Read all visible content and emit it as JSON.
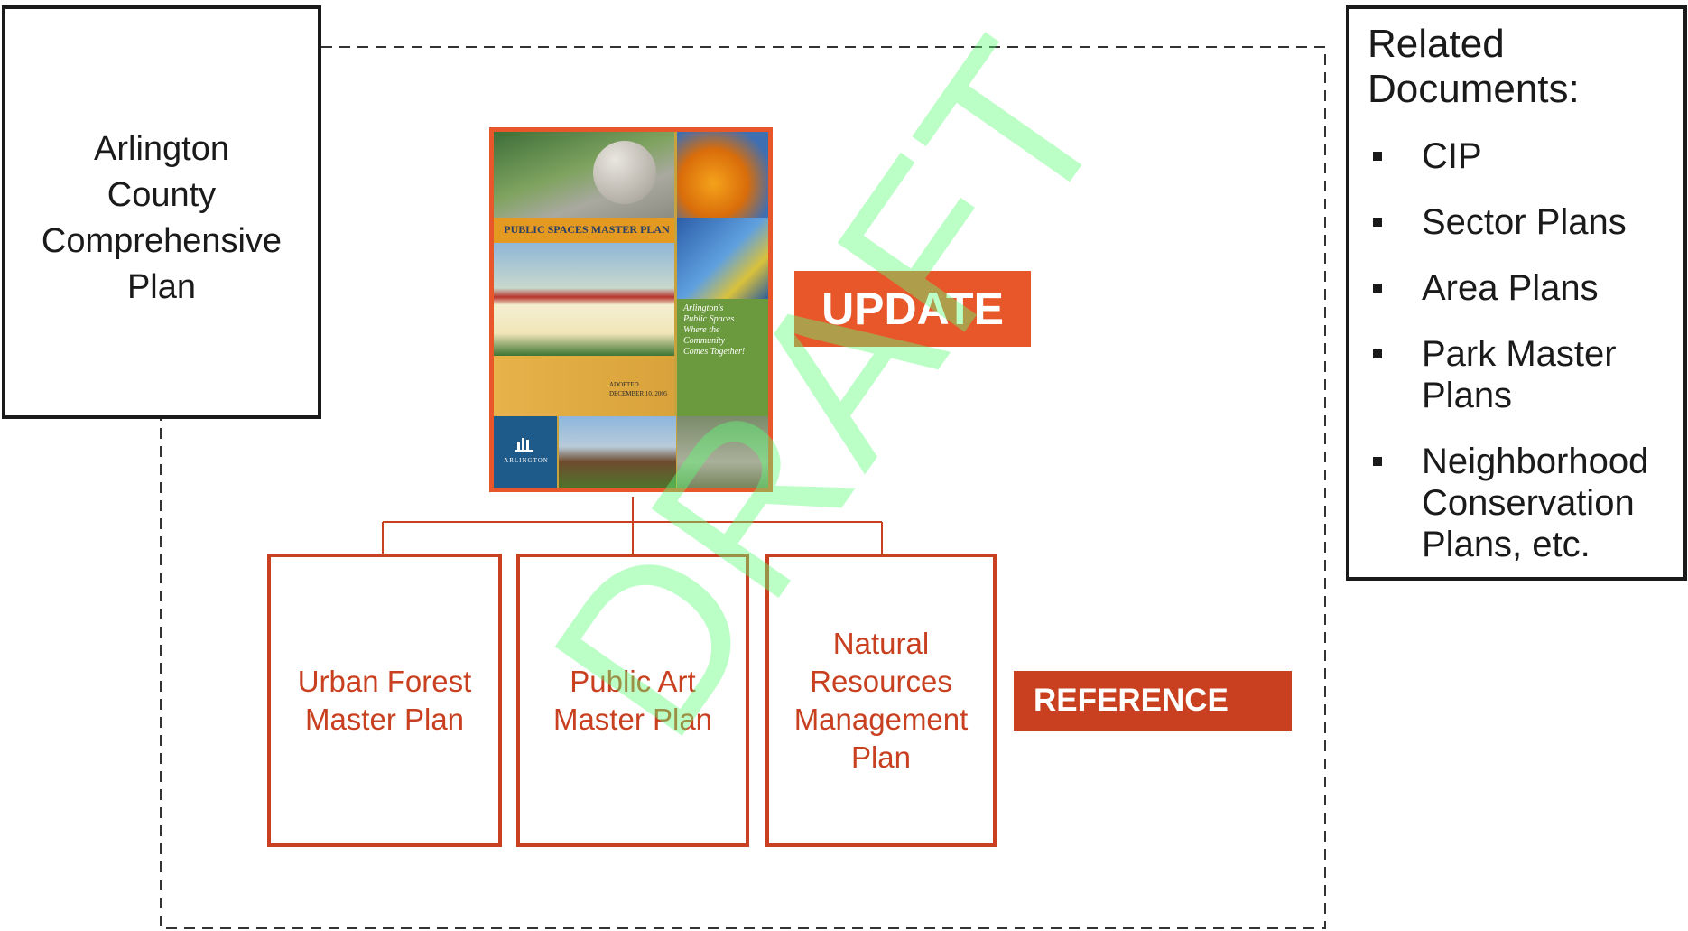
{
  "comprehensive_plan": {
    "text": "Arlington\nCounty\nComprehensive\nPlan"
  },
  "related_documents": {
    "title": "Related\nDocuments:",
    "items": [
      "CIP",
      "Sector Plans",
      "Area Plans",
      "Park Master\nPlans",
      "Neighborhood\nConservation\nPlans, etc."
    ]
  },
  "cover": {
    "title": "PUBLIC SPACES MASTER PLAN",
    "tagline": "Arlington's\nPublic Spaces\nWhere the\nCommunity\nComes Together!",
    "adopted": "ADOPTED\nDECEMBER 10, 2005",
    "logo_text": "ARLINGTON"
  },
  "update_label": "UPDATE",
  "reference_label": "REFERENCE",
  "plans": [
    "Urban Forest\nMaster Plan",
    "Public Art\nMaster Plan",
    "Natural\nResources\nManagement\nPlan"
  ],
  "watermark": "DRAFT",
  "colors": {
    "accent_orange": "#e8572a",
    "accent_red": "#c8401f",
    "watermark_green": "#5fff7a",
    "border_dark": "#1a1a1a"
  }
}
